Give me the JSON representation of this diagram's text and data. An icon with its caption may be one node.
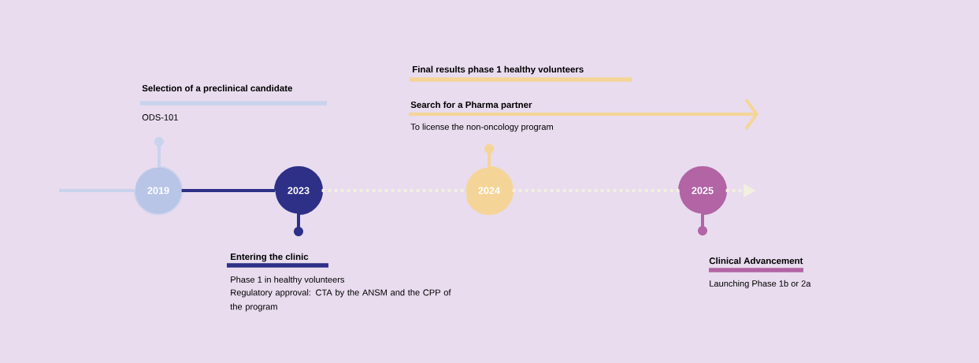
{
  "diagram": {
    "nodes": [
      {
        "text": [
          "2019"
        ]
      },
      {
        "text": [
          "2023"
        ]
      },
      {
        "text": [
          "2024"
        ]
      },
      {
        "text": [
          "2025"
        ]
      }
    ],
    "edges": [
      {
        "from": null,
        "to": 0,
        "arrow": "none",
        "color": "#c9d3ee"
      },
      {
        "from": 0,
        "to": 1,
        "arrow": "none",
        "color": "#2e3087"
      },
      {
        "from": 1,
        "to": 2,
        "arrow": "none",
        "style": "dashed"
      },
      {
        "from": 2,
        "to": 3,
        "arrow": "none",
        "style": "dashed"
      },
      {
        "from": 3,
        "to": null,
        "arrow": "to",
        "style": "dashed"
      }
    ],
    "labels": [
      "Final results phase 1 healthy volunteers",
      "Selection of a preclinical candidate",
      "Search for a Pharma partner",
      "ODS-101",
      "To license the non-oncology program",
      "Entering the clinic",
      "Phase 1 in healthy volunteers",
      "Regulatory approval: CTA by the ANSM and the CPP of the program",
      "Clinical Advancement",
      "Launching Phase 1b or 2a"
    ]
  }
}
